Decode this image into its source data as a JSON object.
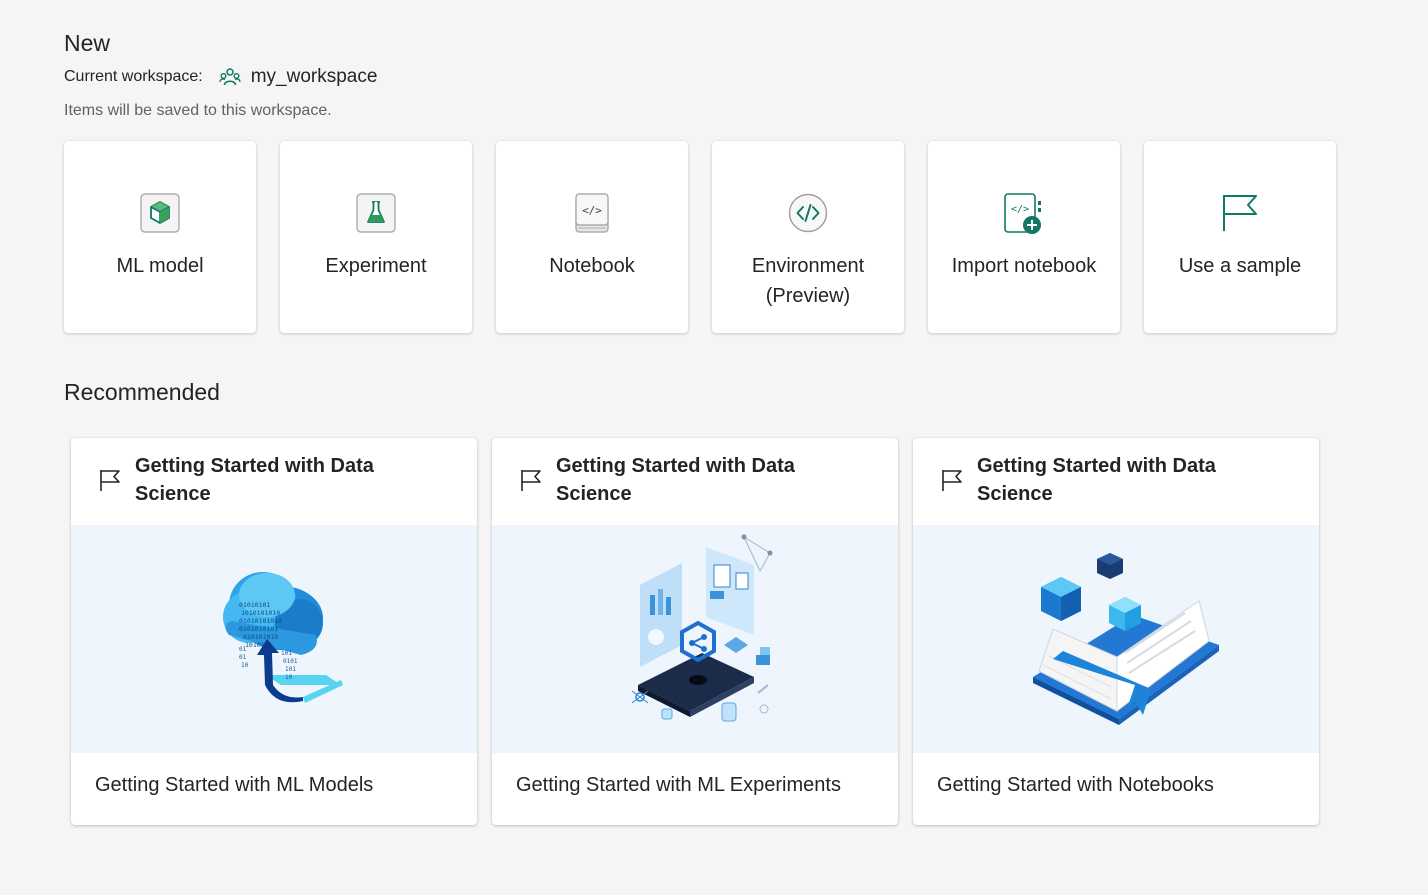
{
  "header": {
    "title": "New",
    "workspace_label": "Current workspace:",
    "workspace_icon": "workspace-people-icon",
    "workspace_name": "my_workspace",
    "hint": "Items will be saved to this workspace."
  },
  "tiles": [
    {
      "label": "ML model",
      "icon": "ml-model-icon"
    },
    {
      "label": "Experiment",
      "icon": "experiment-icon"
    },
    {
      "label": "Notebook",
      "icon": "notebook-icon"
    },
    {
      "label": "Environment (Preview)",
      "icon": "environment-icon"
    },
    {
      "label": "Import notebook",
      "icon": "import-notebook-icon"
    },
    {
      "label": "Use a sample",
      "icon": "flag-icon"
    }
  ],
  "recommended": {
    "title": "Recommended",
    "cards": [
      {
        "title": "Getting Started with Data Science",
        "footer": "Getting Started with ML Models",
        "icon": "flag-icon",
        "illustration": "cloud-upload-illustration"
      },
      {
        "title": "Getting Started with Data Science",
        "footer": "Getting Started with ML Experiments",
        "icon": "flag-icon",
        "illustration": "experiments-illustration"
      },
      {
        "title": "Getting Started with Data Science",
        "footer": "Getting Started with Notebooks",
        "icon": "flag-icon",
        "illustration": "notebook-book-illustration"
      }
    ]
  },
  "colors": {
    "accent_green": "#117865",
    "page_bg": "#f5f5f5",
    "illustration_bg": "#eef5fd"
  }
}
